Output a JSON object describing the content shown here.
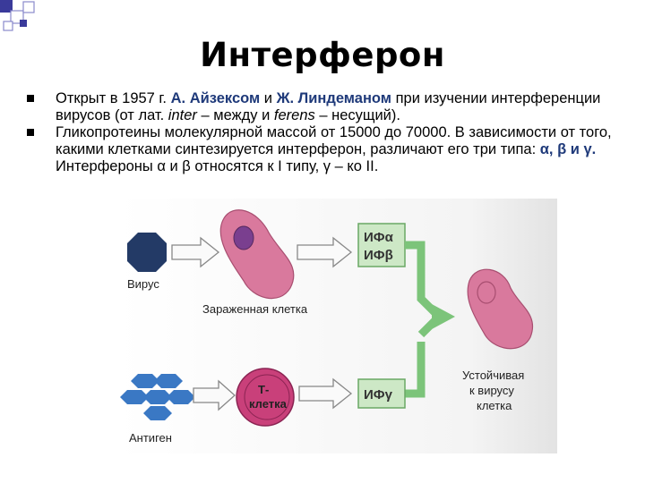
{
  "title": "Интерферон",
  "bullets": [
    {
      "p1": "Открыт в 1957 г. ",
      "h1": "А. Айзексом",
      "p2": " и ",
      "h2": "Ж. Линдеманом",
      "p3": " при изучении интерференции вирусов (от лат. ",
      "i1": "inter",
      "p4": " – между и ",
      "i2": "ferens",
      "p5": " – несущий)."
    },
    {
      "p1": "Гликопротеины молекулярной массой от 15000 до 70000. В зависимости от того, какими клетками синтезируется интерферон, различают его три типа: ",
      "h1": "α, β и γ.",
      "p2": " Интерфероны α и β относятся к I типу, γ – ко II."
    }
  ],
  "figure": {
    "virus_label": "Вирус",
    "infected_cell_label": "Зараженная клетка",
    "antigen_label": "Антиген",
    "tcell_label_1": "Т-",
    "tcell_label_2": "клетка",
    "ifn_alpha": "ИФα",
    "ifn_beta": "ИФβ",
    "ifn_gamma": "ИФγ",
    "resistant_1": "Устойчивая",
    "resistant_2": "к вирусу",
    "resistant_3": "клетка",
    "colors": {
      "virus": "#233a66",
      "antigen": "#3a78c4",
      "cell": "#d9799d",
      "nucleus": "#7a3f8f",
      "tcell": "#c9407a",
      "green": "#7cc47a",
      "green_box": "#cde8c6"
    }
  }
}
